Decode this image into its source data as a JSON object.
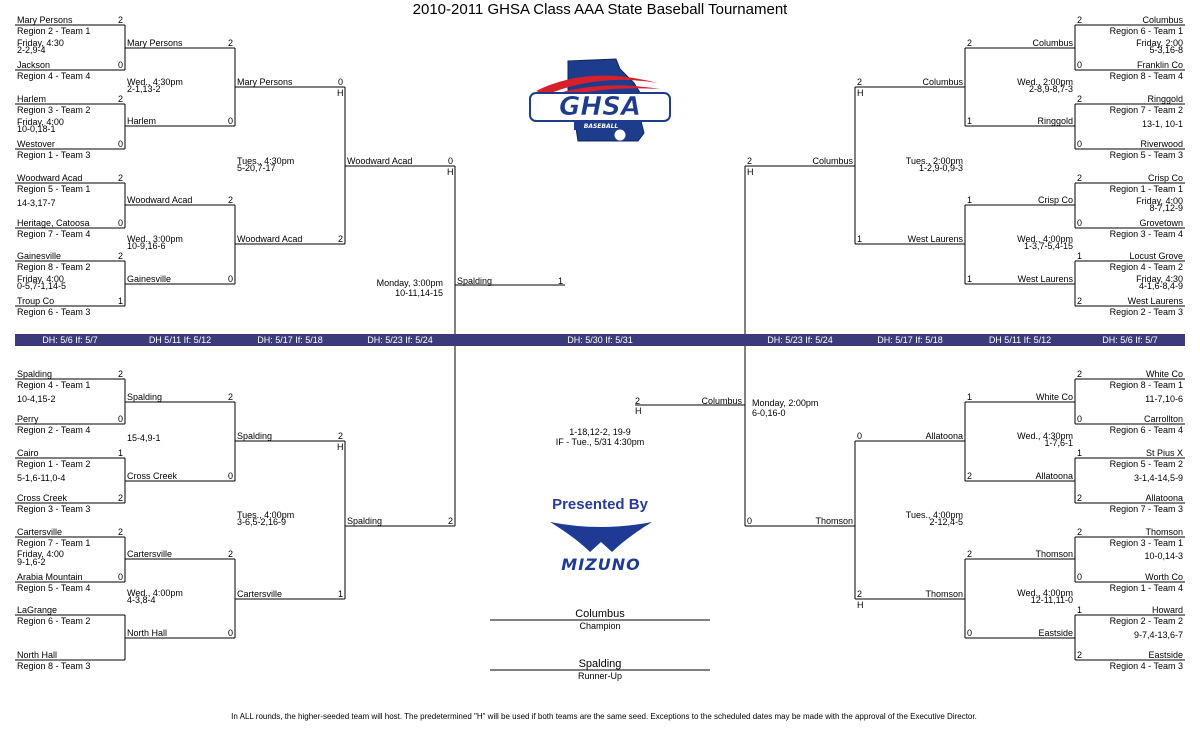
{
  "title": "2010-2011 GHSA Class AAA State Baseball Tournament",
  "logos": {
    "ghsa_text": "GHSA",
    "ghsa_sub": "BASEBALL",
    "presented_by": "Presented By",
    "sponsor": "MIZUNO"
  },
  "band": [
    "DH: 5/6 If: 5/7",
    "DH 5/11 If: 5/12",
    "DH: 5/17 If: 5/18",
    "DH: 5/23 If: 5/24",
    "DH: 5/30 If: 5/31",
    "DH: 5/23 If: 5/24",
    "DH: 5/17 If: 5/18",
    "DH 5/11 If: 5/12",
    "DH: 5/6 If: 5/7"
  ],
  "r1": [
    {
      "name": "Mary Persons",
      "seed": "Region 2 - Team 1",
      "score": "2"
    },
    {
      "name": "Jackson",
      "seed": "Region 4 - Team 4",
      "score": "0"
    },
    {
      "name": "Harlem",
      "seed": "Region 3 - Team 2",
      "score": "2"
    },
    {
      "name": "Westover",
      "seed": "Region 1 - Team 3",
      "score": "0"
    },
    {
      "name": "Woodward Acad",
      "seed": "Region 5 - Team 1",
      "score": "2"
    },
    {
      "name": "Heritage, Catoosa",
      "seed": "Region 7 - Team 4",
      "score": "0"
    },
    {
      "name": "Gainesville",
      "seed": "Region 8 - Team 2",
      "score": "2"
    },
    {
      "name": "Troup Co",
      "seed": "Region 6 - Team 3",
      "score": "1"
    },
    {
      "name": "Spalding",
      "seed": "Region 4 - Team 1",
      "score": "2"
    },
    {
      "name": "Perry",
      "seed": "Region 2 - Team 4",
      "score": "0"
    },
    {
      "name": "Cairo",
      "seed": "Region 1 - Team 2",
      "score": "1"
    },
    {
      "name": "Cross Creek",
      "seed": "Region 3 - Team 3",
      "score": "2"
    },
    {
      "name": "Cartersville",
      "seed": "Region 7 - Team 1",
      "score": "2"
    },
    {
      "name": "Arabia Mountain",
      "seed": "Region 5 - Team 4",
      "score": "0"
    },
    {
      "name": "LaGrange",
      "seed": "Region 6 - Team 2",
      "score": ""
    },
    {
      "name": "North Hall",
      "seed": "Region 8 - Team 3",
      "score": ""
    },
    {
      "name": "Columbus",
      "seed": "Region 6 - Team 1",
      "score": "2"
    },
    {
      "name": "Franklin Co",
      "seed": "Region 8 - Team 4",
      "score": "0"
    },
    {
      "name": "Ringgold",
      "seed": "Region 7 - Team 2",
      "score": "2"
    },
    {
      "name": "Riverwood",
      "seed": "Region 5 - Team 3",
      "score": "0"
    },
    {
      "name": "Crisp Co",
      "seed": "Region 1 - Team 1",
      "score": "2"
    },
    {
      "name": "Grovetown",
      "seed": "Region 3 - Team 4",
      "score": "0"
    },
    {
      "name": "Locust Grove",
      "seed": "Region 4 - Team 2",
      "score": "1"
    },
    {
      "name": "West Laurens",
      "seed": "Region 2 - Team 3",
      "score": "2"
    },
    {
      "name": "White Co",
      "seed": "Region 8 - Team 1",
      "score": "2"
    },
    {
      "name": "Carrollton",
      "seed": "Region 6 - Team 4",
      "score": "0"
    },
    {
      "name": "St Pius X",
      "seed": "Region 5 - Team 2",
      "score": "1"
    },
    {
      "name": "Allatoona",
      "seed": "Region 7 - Team 3",
      "score": "2"
    },
    {
      "name": "Thomson",
      "seed": "Region 3 - Team 1",
      "score": "2"
    },
    {
      "name": "Worth Co",
      "seed": "Region 1 - Team 4",
      "score": "0"
    },
    {
      "name": "Howard",
      "seed": "Region 2 - Team 2",
      "score": "1"
    },
    {
      "name": "Eastside",
      "seed": "Region 4 - Team 3",
      "score": "2"
    }
  ],
  "r1_info": [
    "Friday, 4:30",
    "2-2,9-4",
    "Friday, 4:00",
    "10-0,18-1",
    "14-3,17-7",
    "Friday, 4:00",
    "0-5,7-1,14-5",
    "10-4,15-2",
    "5-1,6-11,0-4",
    "Friday, 4:00",
    "9-1,6-2",
    "Friday, 2:00",
    "5-3,16-8",
    "13-1, 10-1",
    "Friday, 4:00",
    "8-7,12-9",
    "Friday, 4:30",
    "4-1,6-8,4-9",
    "11-7,10-6",
    "3-1,4-14,5-9",
    "10-0,14-3",
    "9-7,4-13,6-7"
  ],
  "r2": [
    {
      "name": "Mary Persons",
      "score": "2"
    },
    {
      "name": "Harlem",
      "score": "0"
    },
    {
      "name": "Woodward Acad",
      "score": "2"
    },
    {
      "name": "Gainesville",
      "score": "0"
    },
    {
      "name": "Spalding",
      "score": "2"
    },
    {
      "name": "Cross Creek",
      "score": "0"
    },
    {
      "name": "Cartersville",
      "score": "2"
    },
    {
      "name": "North Hall",
      "score": "0"
    },
    {
      "name": "Columbus",
      "score": "2"
    },
    {
      "name": "Ringgold",
      "score": "1"
    },
    {
      "name": "Crisp Co",
      "score": "1"
    },
    {
      "name": "West Laurens",
      "score": "1"
    },
    {
      "name": "White Co",
      "score": "1"
    },
    {
      "name": "Allatoona",
      "score": "2"
    },
    {
      "name": "Thomson",
      "score": "2"
    },
    {
      "name": "Eastside",
      "score": "0"
    }
  ],
  "r2_info": [
    "Wed., 4:30pm",
    "2-1,13-2",
    "Wed., 3:00pm",
    "10-9,16-6",
    "15-4,9-1",
    "Wed., 4:00pm",
    "4-3,8-4",
    "Wed., 2:00pm",
    "2-8,9-8,7-3",
    "Wed., 4:00pm",
    "1-3,7-5,4-15",
    "Wed., 4:30pm",
    "1-7,6-1",
    "Wed., 4:00pm",
    "12-11,11-0"
  ],
  "r3": [
    {
      "name": "Mary Persons",
      "score": "0"
    },
    {
      "name": "Woodward Acad",
      "score": "2"
    },
    {
      "name": "Spalding",
      "score": "2"
    },
    {
      "name": "Cartersville",
      "score": "1"
    },
    {
      "name": "Columbus",
      "score": "2"
    },
    {
      "name": "West Laurens",
      "score": "1"
    },
    {
      "name": "Allatoona",
      "score": "0"
    },
    {
      "name": "Thomson",
      "score": "2"
    }
  ],
  "r3_info": [
    "Tues., 4:30pm",
    "5-20,7-17",
    "Tues., 4:00pm",
    "3-6,5-2,16-9",
    "Tues., 2:00pm",
    "1-2,9-0,9-3",
    "Tues., 4:00pm",
    "2-12,4-5"
  ],
  "r4": [
    {
      "name": "Woodward Acad",
      "score": "0"
    },
    {
      "name": "Spalding",
      "score": "2"
    },
    {
      "name": "Columbus",
      "score": "2"
    },
    {
      "name": "Thomson",
      "score": "0"
    }
  ],
  "r4_info": [
    "Monday, 3:00pm",
    "10-11,14-15",
    "Monday, 2:00pm",
    "6-0,16-0"
  ],
  "host_mark": "H",
  "final": {
    "left": {
      "name": "Spalding",
      "score": "1"
    },
    "right": {
      "name": "Columbus",
      "score": "2"
    },
    "result": "1-18,12-2, 19-9",
    "if_game": "IF - Tue., 5/31 4:30pm"
  },
  "champion": {
    "name": "Columbus",
    "label": "Champion"
  },
  "runner_up": {
    "name": "Spalding",
    "label": "Runner-Up"
  },
  "footnote": "In ALL rounds, the higher-seeded team will host.  The predetermined \"H\" will be used if both teams are the same seed.  Exceptions to the scheduled dates may be made with the approval of the Executive Director."
}
